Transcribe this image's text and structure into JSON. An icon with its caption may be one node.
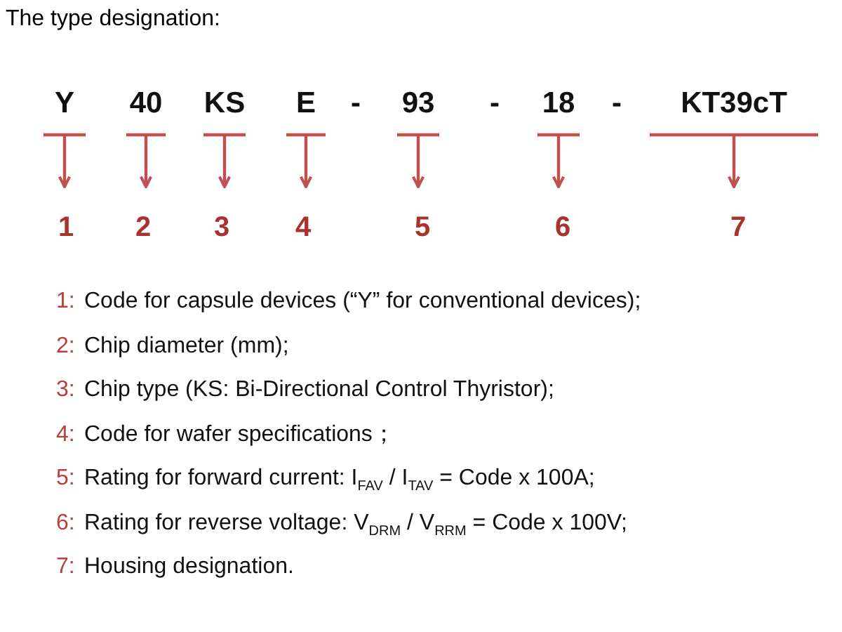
{
  "diagram": {
    "title": "The type designation:",
    "nodes": [
      {
        "text": [
          "Y"
        ]
      },
      {
        "text": [
          "40"
        ]
      },
      {
        "text": [
          "KS"
        ]
      },
      {
        "text": [
          "E"
        ]
      },
      {
        "text": [
          "93"
        ]
      },
      {
        "text": [
          "18"
        ]
      },
      {
        "text": [
          "KT39cT"
        ]
      },
      {
        "text": [
          "1"
        ]
      },
      {
        "text": [
          "2"
        ]
      },
      {
        "text": [
          "3"
        ]
      },
      {
        "text": [
          "4"
        ]
      },
      {
        "text": [
          "5"
        ]
      },
      {
        "text": [
          "6"
        ]
      },
      {
        "text": [
          "7"
        ]
      }
    ],
    "edges": [
      {
        "from": 0,
        "to": 7,
        "arrow": "to"
      },
      {
        "from": 1,
        "to": 8,
        "arrow": "to"
      },
      {
        "from": 2,
        "to": 9,
        "arrow": "to"
      },
      {
        "from": 3,
        "to": 10,
        "arrow": "to"
      },
      {
        "from": 4,
        "to": 11,
        "arrow": "to"
      },
      {
        "from": 5,
        "to": 12,
        "arrow": "to"
      },
      {
        "from": 6,
        "to": 13,
        "arrow": "to"
      }
    ],
    "labels": [
      "-",
      "-",
      "-",
      "1:",
      "Code for capsule devices (“Y” for conventional devices);",
      "2:",
      "Chip diameter (mm);",
      "3:",
      "Chip type (KS: Bi-Directional Control Thyristor);",
      "4:",
      "Code for wafer specifications；",
      "5:",
      "Rating for forward current: I$_{FAV}$ / I$_{TAV}$ = Code x 100A;",
      "6:",
      "Rating for reverse voltage: V$_{DRM}$ / V$_{RRM}$ = Code x 100V;",
      "7:",
      "Housing designation."
    ]
  }
}
